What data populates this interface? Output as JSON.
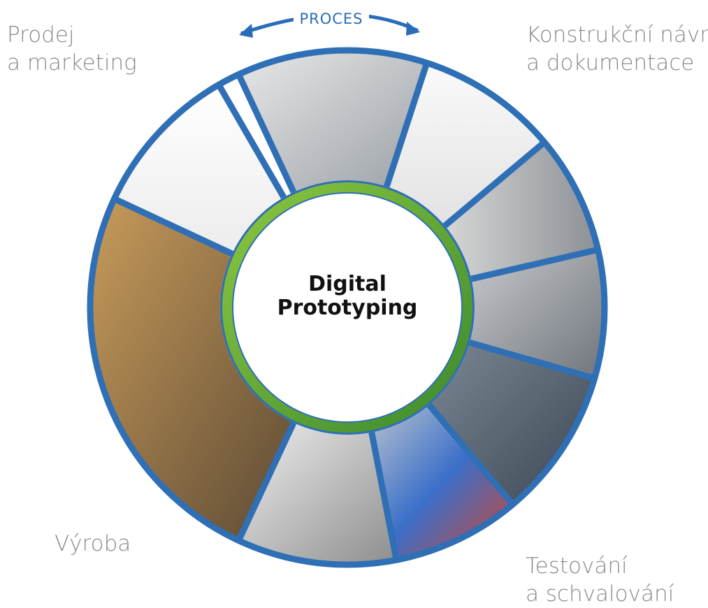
{
  "process_label": "PROCES",
  "center": {
    "line1": "Digital",
    "line2": "Prototyping"
  },
  "stages": {
    "sales": {
      "line1": "Prodej",
      "line2": "a marketing"
    },
    "design": {
      "line1": "Konstrukční návrh",
      "line2": "a dokumentace"
    },
    "manufacturing": {
      "line1": "Výroba"
    },
    "testing": {
      "line1": "Testování",
      "line2": "a schvalování"
    }
  },
  "colors": {
    "ring_blue": "#2f6fb5",
    "inner_green": "#5aa63c",
    "label_gray": "#8a8a8a",
    "arrow_blue": "#2a6cb8"
  },
  "segments": [
    {
      "name": "segment-plant-photo-top"
    },
    {
      "name": "segment-schematic-diagram"
    },
    {
      "name": "segment-3d-piping-model"
    },
    {
      "name": "segment-3d-equipment-render"
    },
    {
      "name": "segment-control-cabinet"
    },
    {
      "name": "segment-stress-analysis"
    },
    {
      "name": "segment-gear-closeup"
    },
    {
      "name": "segment-conveyor-production"
    },
    {
      "name": "segment-technical-drawings"
    }
  ]
}
